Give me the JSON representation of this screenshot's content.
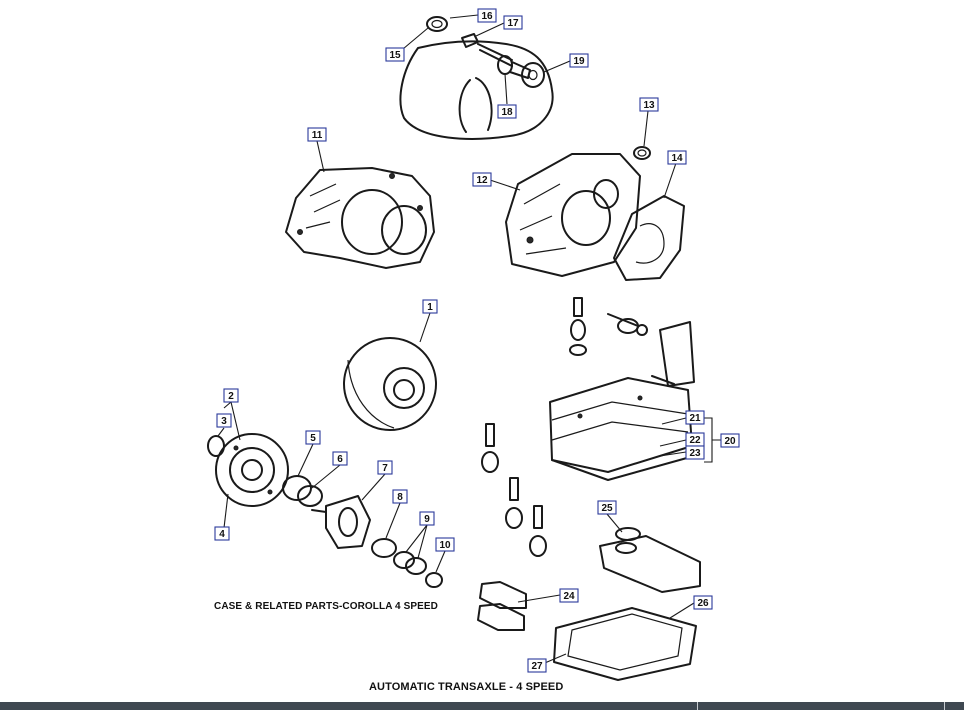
{
  "captions": {
    "case_parts": "CASE & RELATED PARTS-COROLLA 4 SPEED",
    "main_title": "AUTOMATIC TRANSAXLE - 4 SPEED"
  },
  "callouts": [
    "1",
    "2",
    "3",
    "4",
    "5",
    "6",
    "7",
    "8",
    "9",
    "10",
    "11",
    "12",
    "13",
    "14",
    "15",
    "16",
    "17",
    "18",
    "19",
    "20",
    "21",
    "22",
    "23",
    "24",
    "25",
    "26",
    "27"
  ],
  "colors": {
    "callout_border": "#2b3a9a",
    "line_art": "#1a1a1a",
    "footer_bar": "#3f4851"
  }
}
